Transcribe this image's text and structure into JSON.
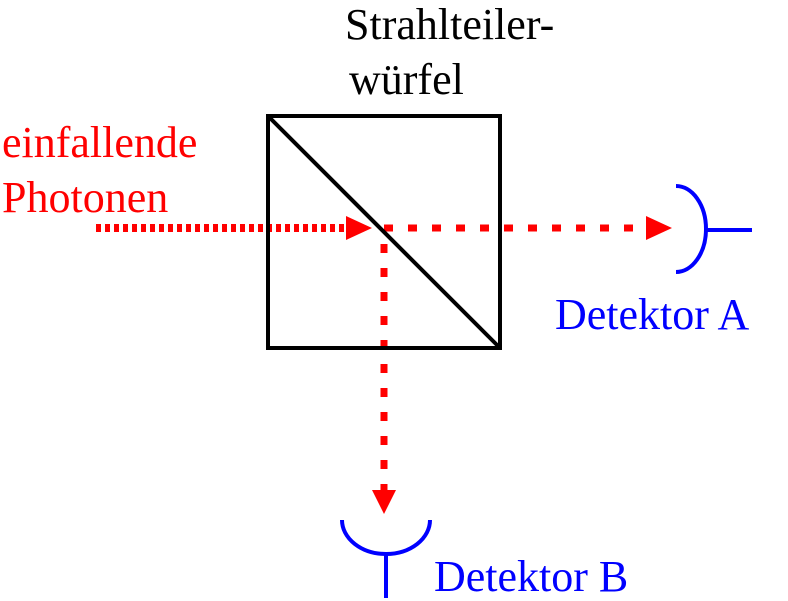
{
  "beam_splitter": {
    "label_line1": "Strahlteiler-",
    "label_line2": "würfel"
  },
  "incident": {
    "label_line1": "einfallende",
    "label_line2": "Photonen"
  },
  "detector_a": {
    "label": "Detektor A"
  },
  "detector_b": {
    "label": "Detektor B"
  },
  "colors": {
    "beam": "#ff0000",
    "detector": "#0000ff",
    "cube": "#000000"
  }
}
